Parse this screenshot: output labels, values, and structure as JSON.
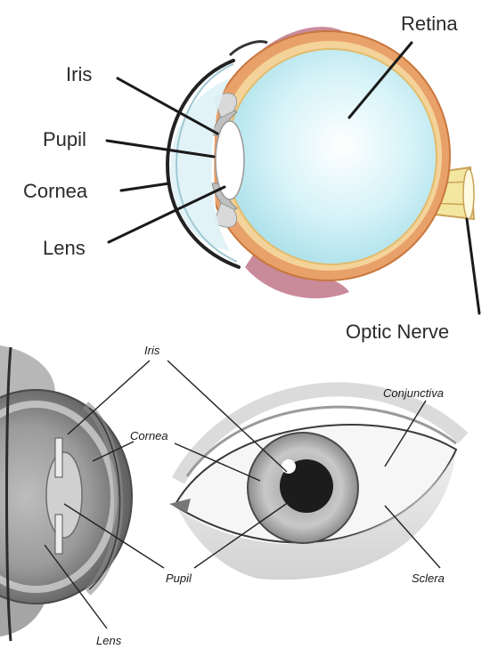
{
  "top_diagram": {
    "labels": {
      "retina": "Retina",
      "iris": "Iris",
      "pupil": "Pupil",
      "cornea": "Cornea",
      "lens": "Lens",
      "optic_nerve": "Optic Nerve"
    }
  },
  "bottom_diagram": {
    "labels": {
      "iris": "Iris",
      "cornea": "Cornea",
      "conjunctiva": "Conjunctiva",
      "pupil": "Pupil",
      "sclera": "Sclera",
      "lens": "Lens"
    }
  },
  "colors": {
    "vitreous": "#cdeff6",
    "sclera_band": "#e9a16a",
    "choroid": "#f4d39a",
    "muscle": "#c98a9a",
    "nerve": "#f3e7a0",
    "cornea_fill": "#eef8fb"
  }
}
